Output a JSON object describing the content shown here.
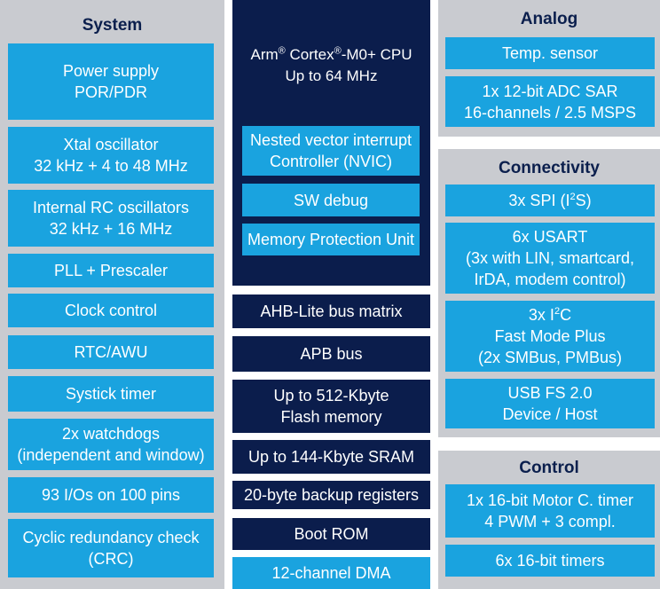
{
  "colors": {
    "panel": "#c9cbd0",
    "block": "#1aa3df",
    "dark": "#0b1d4c",
    "title": "#0b1f4d"
  },
  "system": {
    "title": "System",
    "blocks": [
      [
        "Power supply",
        "POR/PDR"
      ],
      [
        "Xtal oscillator",
        "32 kHz + 4 to 48 MHz"
      ],
      [
        "Internal RC oscillators",
        "32 kHz + 16 MHz"
      ],
      [
        "PLL + Prescaler"
      ],
      [
        "Clock control"
      ],
      [
        "RTC/AWU"
      ],
      [
        "Systick timer"
      ],
      [
        "2x watchdogs",
        "(independent and window)"
      ],
      [
        "93 I/Os on 100 pins"
      ],
      [
        "Cyclic redundancy check",
        "(CRC)"
      ]
    ]
  },
  "core": {
    "cpu_brand": "Arm",
    "cpu_name": "Cortex",
    "cpu_model": "-M0+ CPU",
    "cpu_freq": "Up to 64 MHz",
    "reg_mark": "®",
    "inner": [
      [
        "Nested vector interrupt",
        "Controller (NVIC)"
      ],
      [
        "SW debug"
      ],
      [
        "Memory Protection Unit"
      ]
    ],
    "bus": [
      [
        "AHB-Lite bus matrix"
      ],
      [
        "APB bus"
      ],
      [
        "Up to 512-Kbyte",
        "Flash memory"
      ],
      [
        "Up to 144-Kbyte SRAM"
      ],
      [
        "20-byte backup registers"
      ],
      [
        "Boot ROM"
      ]
    ],
    "dma": "12-channel DMA"
  },
  "analog": {
    "title": "Analog",
    "blocks": [
      [
        "Temp. sensor"
      ],
      [
        "1x 12-bit ADC SAR",
        "16-channels / 2.5 MSPS"
      ]
    ]
  },
  "connectivity": {
    "title": "Connectivity",
    "spi_prefix": "3x SPI (I",
    "spi_sup": "2",
    "spi_suffix": "S)",
    "usart": [
      "6x USART",
      "(3x with LIN, smartcard,",
      "IrDA, modem control)"
    ],
    "i2c_prefix": "3x I",
    "i2c_sup": "2",
    "i2c_suffix": "C",
    "i2c_lines": [
      "Fast Mode Plus",
      "(2x SMBus, PMBus)"
    ],
    "usb": [
      "USB FS 2.0",
      "Device / Host"
    ]
  },
  "control": {
    "title": "Control",
    "blocks": [
      [
        "1x 16-bit Motor C. timer",
        "4 PWM + 3 compl."
      ],
      [
        "6x 16-bit timers"
      ]
    ]
  }
}
